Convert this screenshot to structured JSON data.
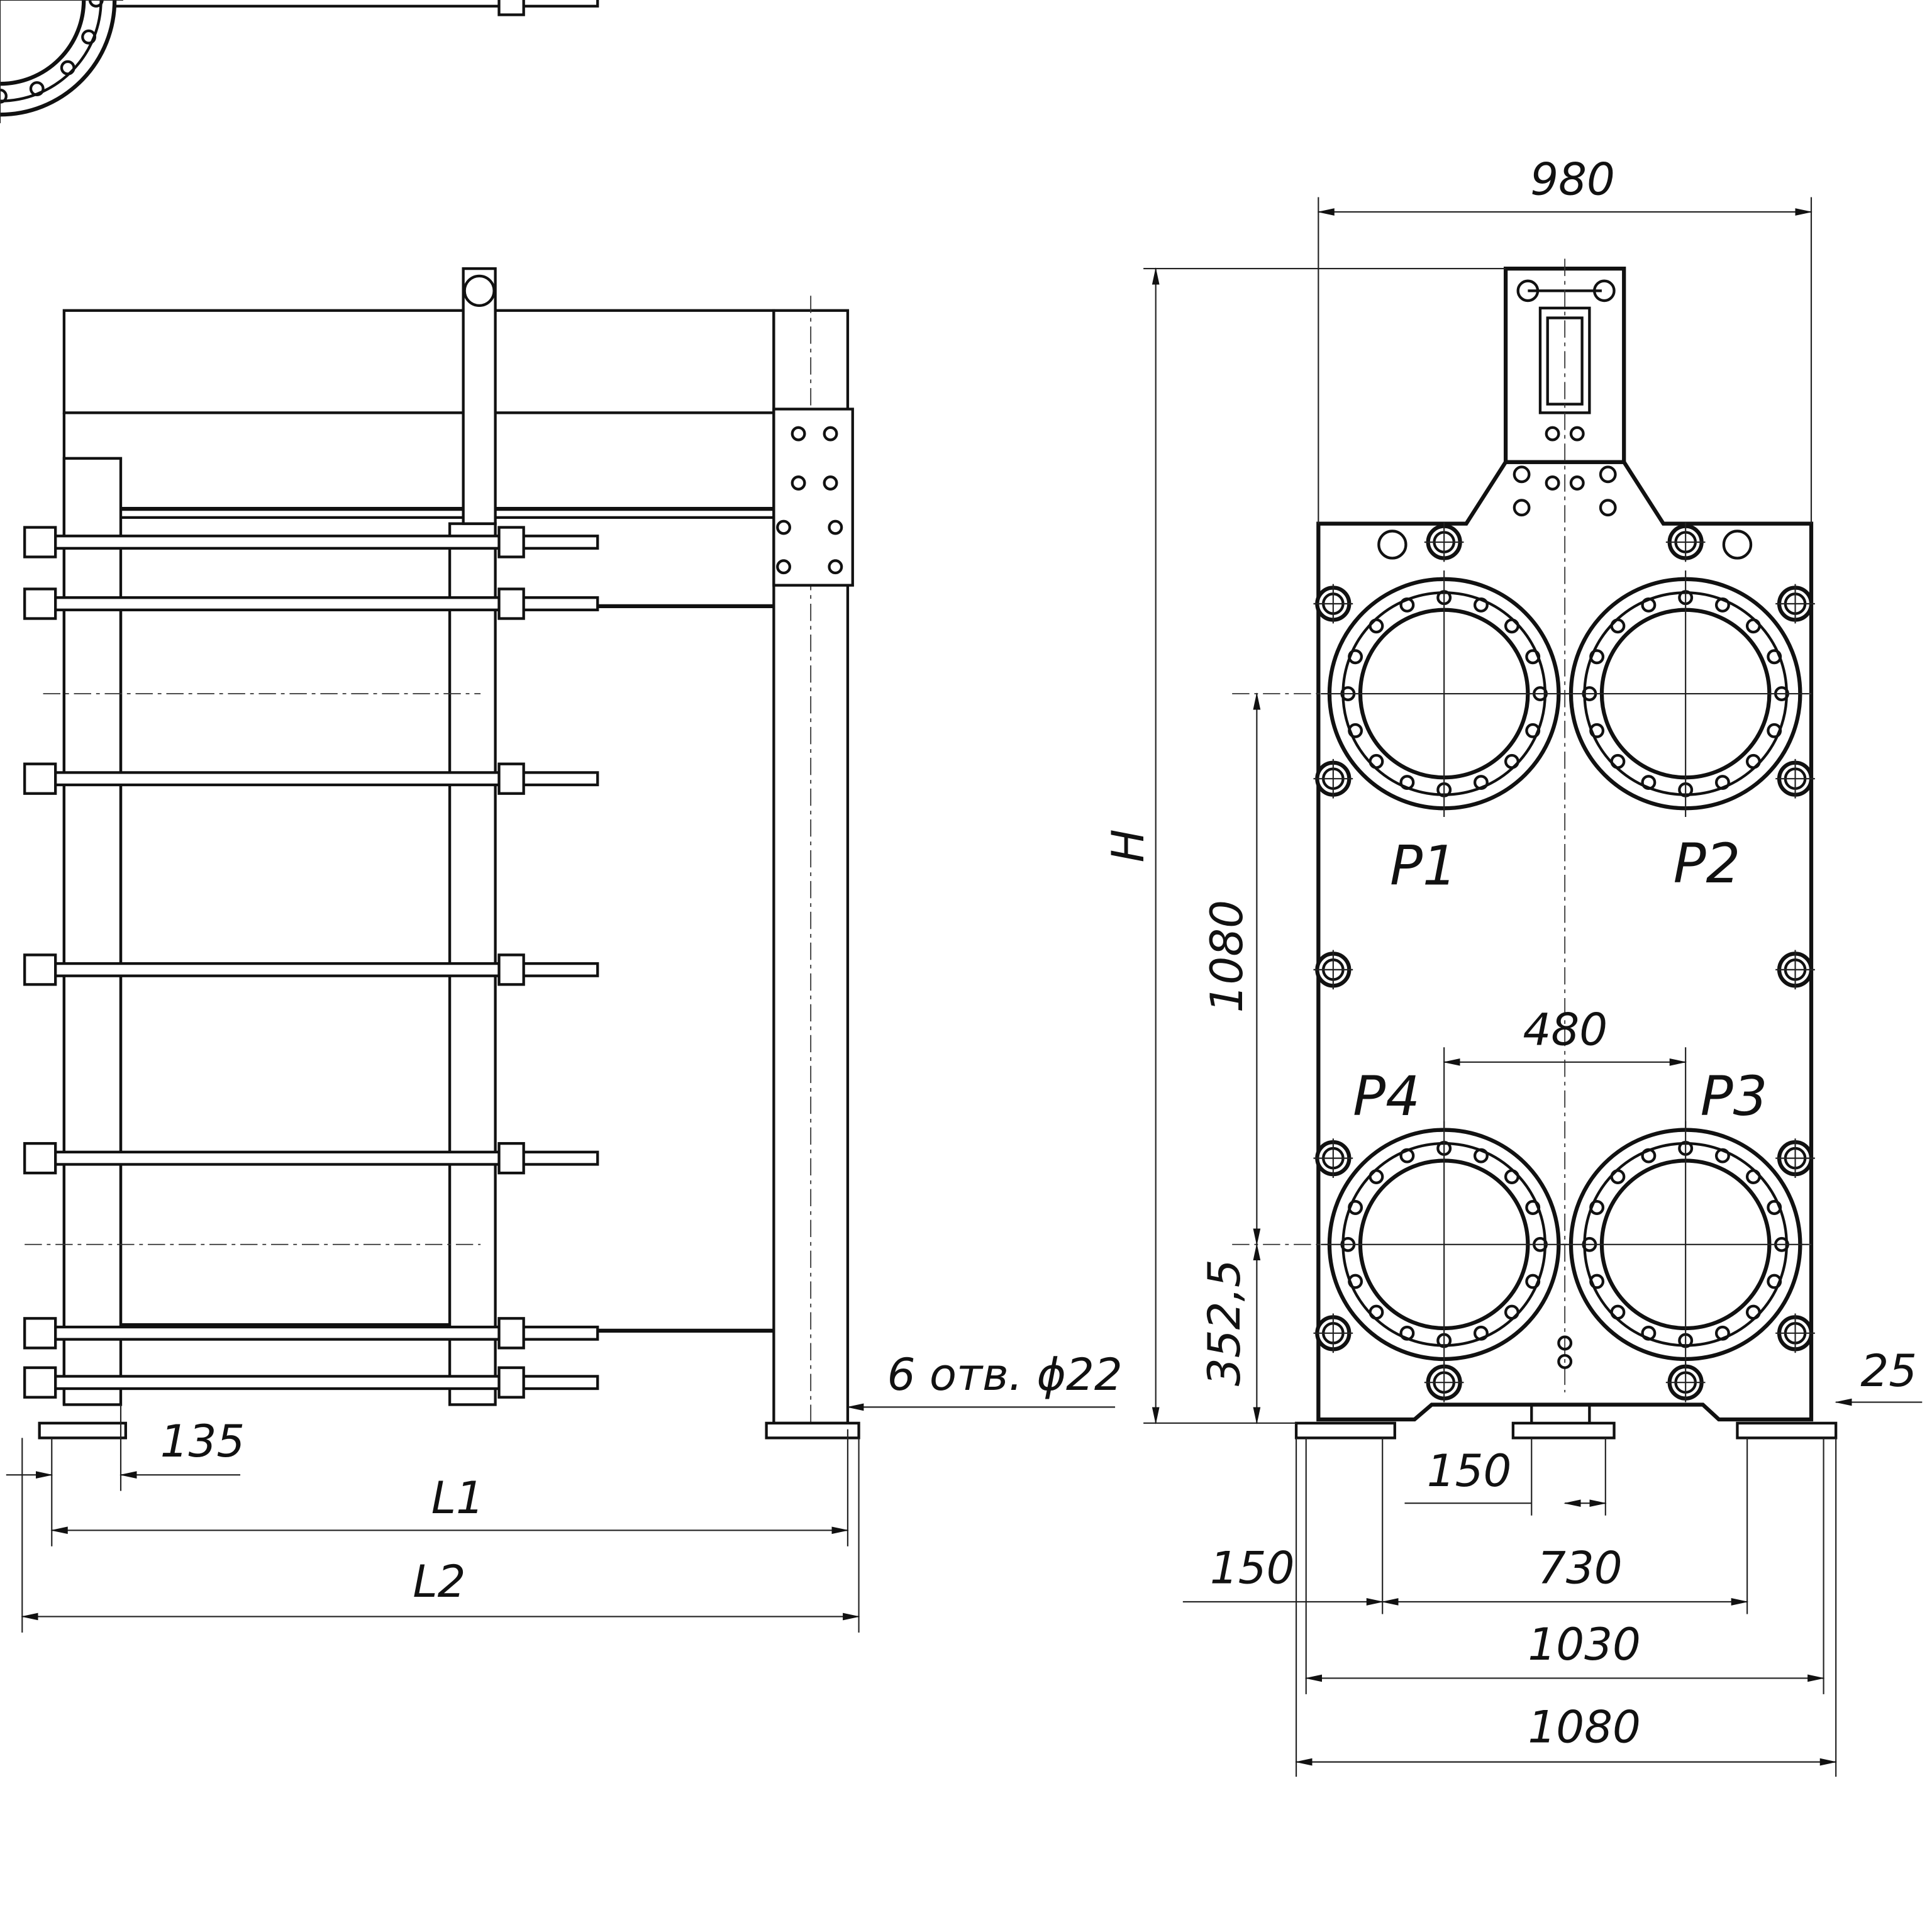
{
  "side_view": {
    "dim_135": "135",
    "dim_L1": "L1",
    "dim_L2": "L2",
    "holes_note": "6 отв. ϕ22"
  },
  "front_view": {
    "dim_width_top": "980",
    "dim_height": "H",
    "dim_port_vertical": "1080",
    "dim_port_bottom": "352,5",
    "dim_port_horizontal": "480",
    "dim_foot_offset": "25",
    "dim_center_foot": "150",
    "dim_side_foot": "150",
    "dim_foot_spacing": "730",
    "dim_width_1030": "1030",
    "dim_width_1080": "1080",
    "ports": [
      "P1",
      "P2",
      "P3",
      "P4"
    ]
  }
}
